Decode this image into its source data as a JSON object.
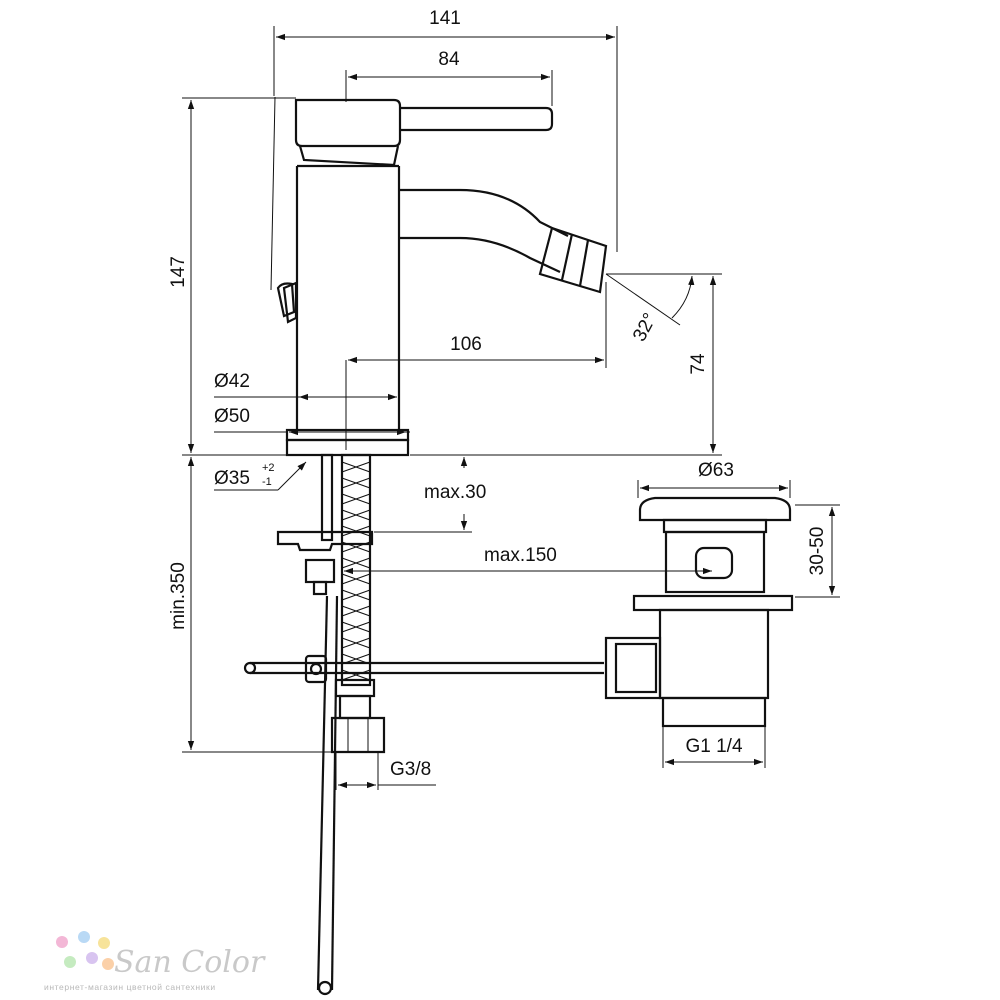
{
  "dimensions": {
    "overall_width": "141",
    "handle_reach": "84",
    "total_height": "147",
    "spout_reach": "106",
    "spout_height": "74",
    "spray_angle": "32°",
    "body_diameter": "Ø42",
    "base_diameter": "Ø50",
    "hole_diameter": "Ø35",
    "hole_tol_plus": "+2",
    "hole_tol_minus": "-1",
    "max_thickness": "max.30",
    "max_rod": "max.150",
    "min_hose": "min.350",
    "hose_thread": "G3/8",
    "waste_diameter": "Ø63",
    "waste_range": "30-50",
    "waste_thread": "G1 1/4"
  },
  "watermark": {
    "brand": "San Color",
    "tagline": "интернет-магазин цветной сантехники",
    "dot_colors": [
      "#f3b7d6",
      "#b9d9f5",
      "#f7e39a",
      "#c5ebc0",
      "#d8c4f0",
      "#fbd0a8"
    ]
  },
  "colors": {
    "line": "#111111",
    "watermark": "#c9c9c9"
  }
}
